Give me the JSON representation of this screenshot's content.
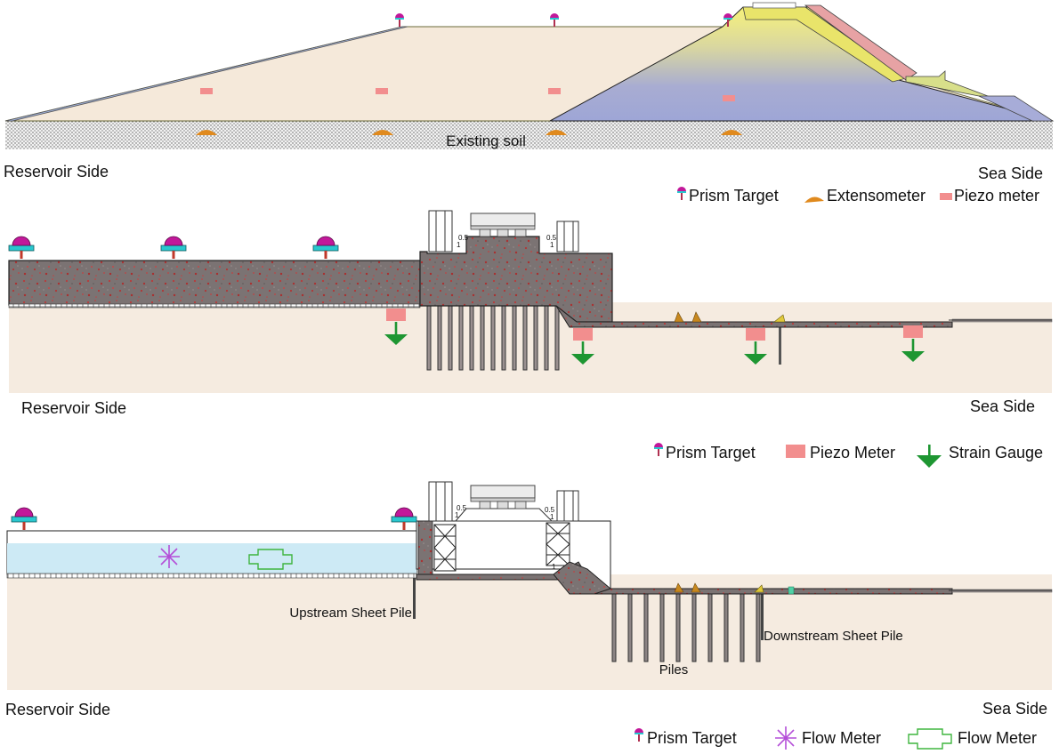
{
  "panel_top": {
    "soil_label": "Existing soil",
    "left_label": "Reservoir Side",
    "right_label": "Sea Side",
    "legend": [
      {
        "label": "Prism Target",
        "icon": "prism-target-icon"
      },
      {
        "label": "Extensometer",
        "icon": "extensometer-icon"
      },
      {
        "label": "Piezo meter",
        "icon": "piezometer-icon"
      }
    ]
  },
  "panel_middle": {
    "left_label": "Reservoir Side",
    "right_label": "Sea Side",
    "slope_left_top": "0.5",
    "slope_left_bottom": "1",
    "slope_right_top": "0.5",
    "slope_right_bottom": "1",
    "legend": [
      {
        "label": "Prism Target",
        "icon": "prism-target-icon"
      },
      {
        "label": "Piezo Meter",
        "icon": "piezometer-icon"
      },
      {
        "label": "Strain Gauge",
        "icon": "strain-gauge-icon"
      }
    ]
  },
  "panel_bottom": {
    "left_label": "Reservoir Side",
    "right_label": "Sea Side",
    "upstream_pile_label": "Upstream Sheet Pile",
    "downstream_pile_label": "Downstream Sheet Pile",
    "piles_label": "Piles",
    "slope_left_top": "0.5",
    "slope_left_bottom": "1",
    "slope_right_top": "0.5",
    "slope_right_bottom": "1",
    "slope_gate": "1",
    "legend": [
      {
        "label": "Prism Target",
        "icon": "prism-target-icon"
      },
      {
        "label": "Flow Meter",
        "icon": "flow-meter-star-icon"
      },
      {
        "label": "Flow Meter",
        "icon": "flow-meter-outline-icon"
      }
    ]
  },
  "colors": {
    "soil": "#f5ebe0",
    "concrete": "#7d7575",
    "water": "#cdeaf5",
    "piezometer": "#f28e8e",
    "strain_gauge": "#1e9632",
    "extensometer": "#e08a1e",
    "prism_target": "#c2189a",
    "flow_meter_star": "#b44fd8",
    "flow_meter_outline": "#3fb53f"
  }
}
